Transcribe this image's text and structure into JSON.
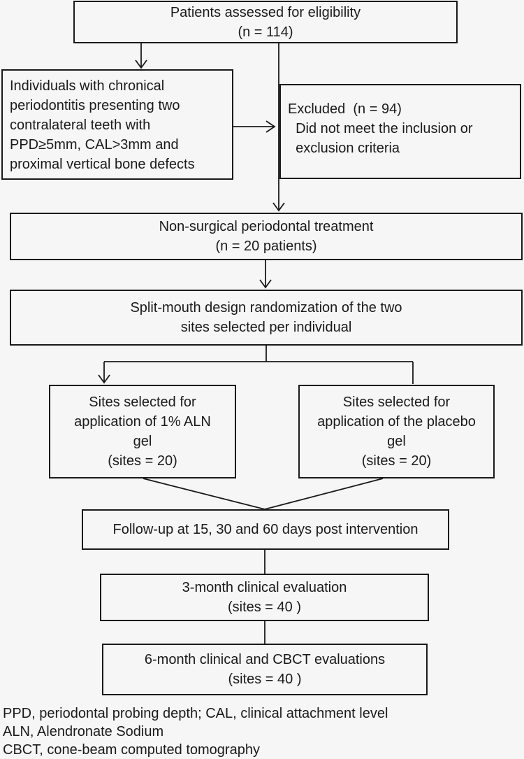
{
  "boxes": {
    "assessed": {
      "line1": "Patients assessed for eligibility",
      "line2": "(n = 114)"
    },
    "individuals": {
      "lines": [
        "Individuals with chronical",
        "periodontitis presenting two",
        "contralateral teeth with",
        "PPD≥5mm, CAL>3mm and",
        "proximal vertical bone defects"
      ]
    },
    "excluded": {
      "lines": [
        "Excluded  (n = 94)",
        "  Did not meet the inclusion or",
        "  exclusion criteria"
      ]
    },
    "nonsurgical": {
      "line1": "Non-surgical periodontal treatment",
      "line2": "(n = 20 patients)"
    },
    "randomization": {
      "line1": "Split-mouth design randomization of the two",
      "line2": "sites selected per individual"
    },
    "aln": {
      "lines": [
        "Sites selected for",
        "application of 1% ALN",
        "gel",
        "(sites = 20)"
      ]
    },
    "placebo": {
      "lines": [
        "Sites selected for",
        "application of the placebo",
        "gel",
        "(sites = 20)"
      ]
    },
    "followup": {
      "line1": "Follow-up at 15, 30 and 60 days post intervention"
    },
    "month3": {
      "line1": "3-month clinical evaluation",
      "line2": "(sites = 40 )"
    },
    "month6": {
      "line1": "6-month clinical and CBCT evaluations",
      "line2": "(sites = 40 )"
    }
  },
  "footnotes": [
    "PPD, periodontal probing depth; CAL, clinical attachment level",
    "ALN, Alendronate Sodium",
    "CBCT, cone-beam computed tomography"
  ]
}
